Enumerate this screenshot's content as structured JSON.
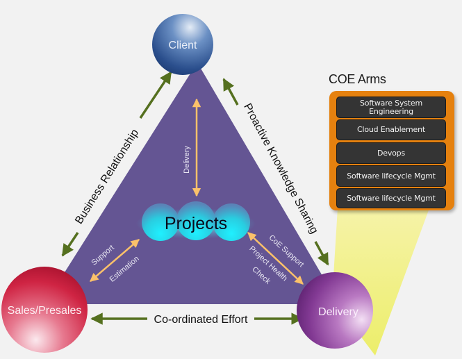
{
  "nodes": {
    "client": {
      "label": "Client",
      "color": "#3f6aa6"
    },
    "sales": {
      "label": "Sales/Presales",
      "color": "#d2243f"
    },
    "delivery": {
      "label": "Delivery",
      "color": "#8a3b97"
    },
    "projects": {
      "label": "Projects",
      "color": "#25d8e6"
    }
  },
  "edges": {
    "left": {
      "label": "Business Relationship"
    },
    "right": {
      "label": "Proactive Knowledge Sharing"
    },
    "bottom": {
      "label": "Co-ordinated Effort"
    }
  },
  "inner_links": {
    "client_projects": {
      "label": "Delivery"
    },
    "sales_projects": {
      "label_top": "Support",
      "label_bottom": "Estimation"
    },
    "delivery_projects": {
      "label_top": "CoE Support",
      "label_bottom_1": "Project Health",
      "label_bottom_2": "Check"
    }
  },
  "coe": {
    "title": "COE Arms",
    "items": [
      {
        "line1": "Software System",
        "line2": "Engineering"
      },
      {
        "line1": "Cloud Enablement",
        "line2": ""
      },
      {
        "line1": "Devops",
        "line2": ""
      },
      {
        "line1": "Software lifecycle Mgmt",
        "line2": ""
      },
      {
        "line1": "Software lifecycle Mgmt",
        "line2": ""
      }
    ]
  },
  "colors": {
    "triangle": "#645593",
    "arrow_green": "#55701f",
    "arrow_orange": "#fbc16a",
    "coe_panel": "#e5810f",
    "coe_item": "#343434",
    "beam": "#f0f08a"
  }
}
